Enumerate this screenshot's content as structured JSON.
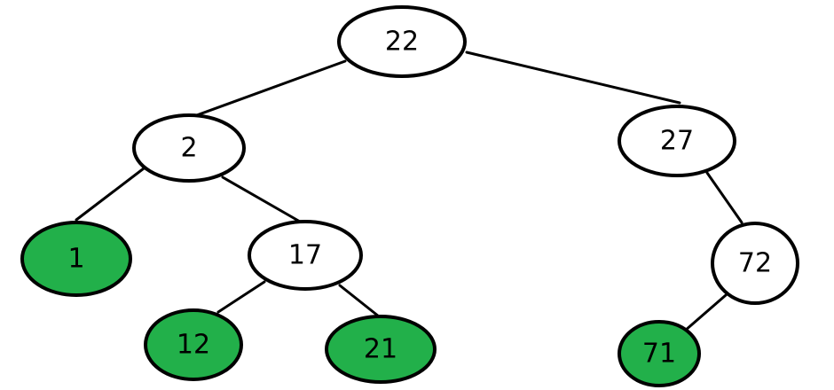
{
  "colors": {
    "background": "#ffffff",
    "node_default": "#ffffff",
    "node_highlight": "#22b04a",
    "stroke": "#000000"
  },
  "tree": {
    "nodes": [
      {
        "id": "n22",
        "label": "22",
        "highlighted": false
      },
      {
        "id": "n2",
        "label": "2",
        "highlighted": false
      },
      {
        "id": "n27",
        "label": "27",
        "highlighted": false
      },
      {
        "id": "n1",
        "label": "1",
        "highlighted": true
      },
      {
        "id": "n17",
        "label": "17",
        "highlighted": false
      },
      {
        "id": "n72",
        "label": "72",
        "highlighted": false
      },
      {
        "id": "n12",
        "label": "12",
        "highlighted": true
      },
      {
        "id": "n21",
        "label": "21",
        "highlighted": true
      },
      {
        "id": "n71",
        "label": "71",
        "highlighted": true
      }
    ],
    "edges": [
      {
        "from": "n22",
        "to": "n2"
      },
      {
        "from": "n22",
        "to": "n27"
      },
      {
        "from": "n2",
        "to": "n1"
      },
      {
        "from": "n2",
        "to": "n17"
      },
      {
        "from": "n17",
        "to": "n12"
      },
      {
        "from": "n17",
        "to": "n21"
      },
      {
        "from": "n27",
        "to": "n72"
      },
      {
        "from": "n72",
        "to": "n71"
      }
    ]
  }
}
